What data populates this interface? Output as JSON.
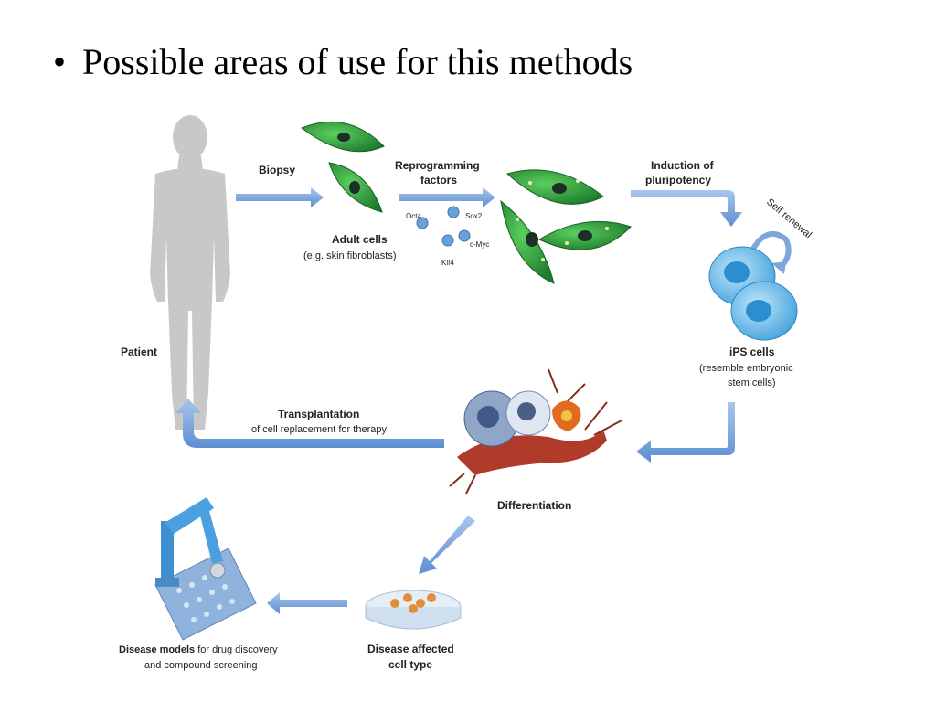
{
  "slide": {
    "bullet": "•",
    "title": "Possible areas of use for this methods"
  },
  "diagram": {
    "labels": {
      "patient": "Patient",
      "biopsy": "Biopsy",
      "adult_cells": "Adult cells",
      "adult_cells_example": "(e.g. skin fibroblasts)",
      "reprogramming_line1": "Reprogramming",
      "reprogramming_line2": "factors",
      "factor_oct4": "Oct4",
      "factor_sox2": "Sox2",
      "factor_cmyc": "c-Myc",
      "factor_klf4": "Klf4",
      "induction_line1": "Induction of",
      "induction_line2": "pluripotency",
      "self_renewal": "Self renewal",
      "ips_cells": "iPS cells",
      "ips_line2": "(resemble embryonic",
      "ips_line3": "stem cells)",
      "transplantation": "Transplantation",
      "transplantation_desc": "of cell replacement for therapy",
      "differentiation": "Differentiation",
      "disease_models_bold": "Disease models",
      "disease_models_rest": " for drug discovery",
      "disease_models_line2": "and compound screening",
      "disease_affected_line1": "Disease affected",
      "disease_affected_line2": "cell type"
    },
    "colors": {
      "arrow": "#7ea6da",
      "cell_green": "#2f9a3a",
      "ips_blue": "#5ab4e6",
      "silhouette": "#c8c8c8"
    }
  }
}
